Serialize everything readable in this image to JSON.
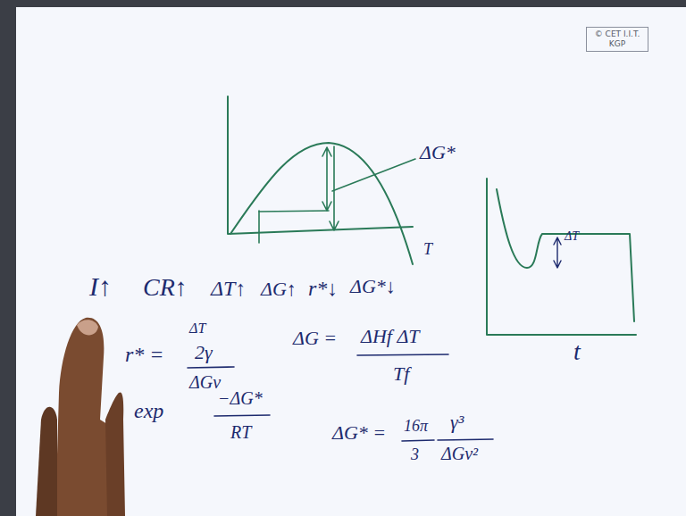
{
  "diagram": {
    "nodes": [
      {
        "text": [
          "© CET I.I.T. KGP"
        ]
      }
    ],
    "labels": [
      "ΔG*",
      "T",
      "ΔT",
      "t",
      "I↑",
      "CR↑",
      "ΔT↑",
      "ΔG↑",
      "r*↓",
      "ΔG*↓",
      "ΔT",
      "r* =",
      "2γ",
      "ΔGv",
      "ΔG =",
      "ΔHf ΔT",
      "Tf",
      "exp",
      "−ΔG*",
      "RT",
      "ΔG* =",
      "16π",
      "3",
      "γ³",
      "ΔGv²"
    ]
  }
}
